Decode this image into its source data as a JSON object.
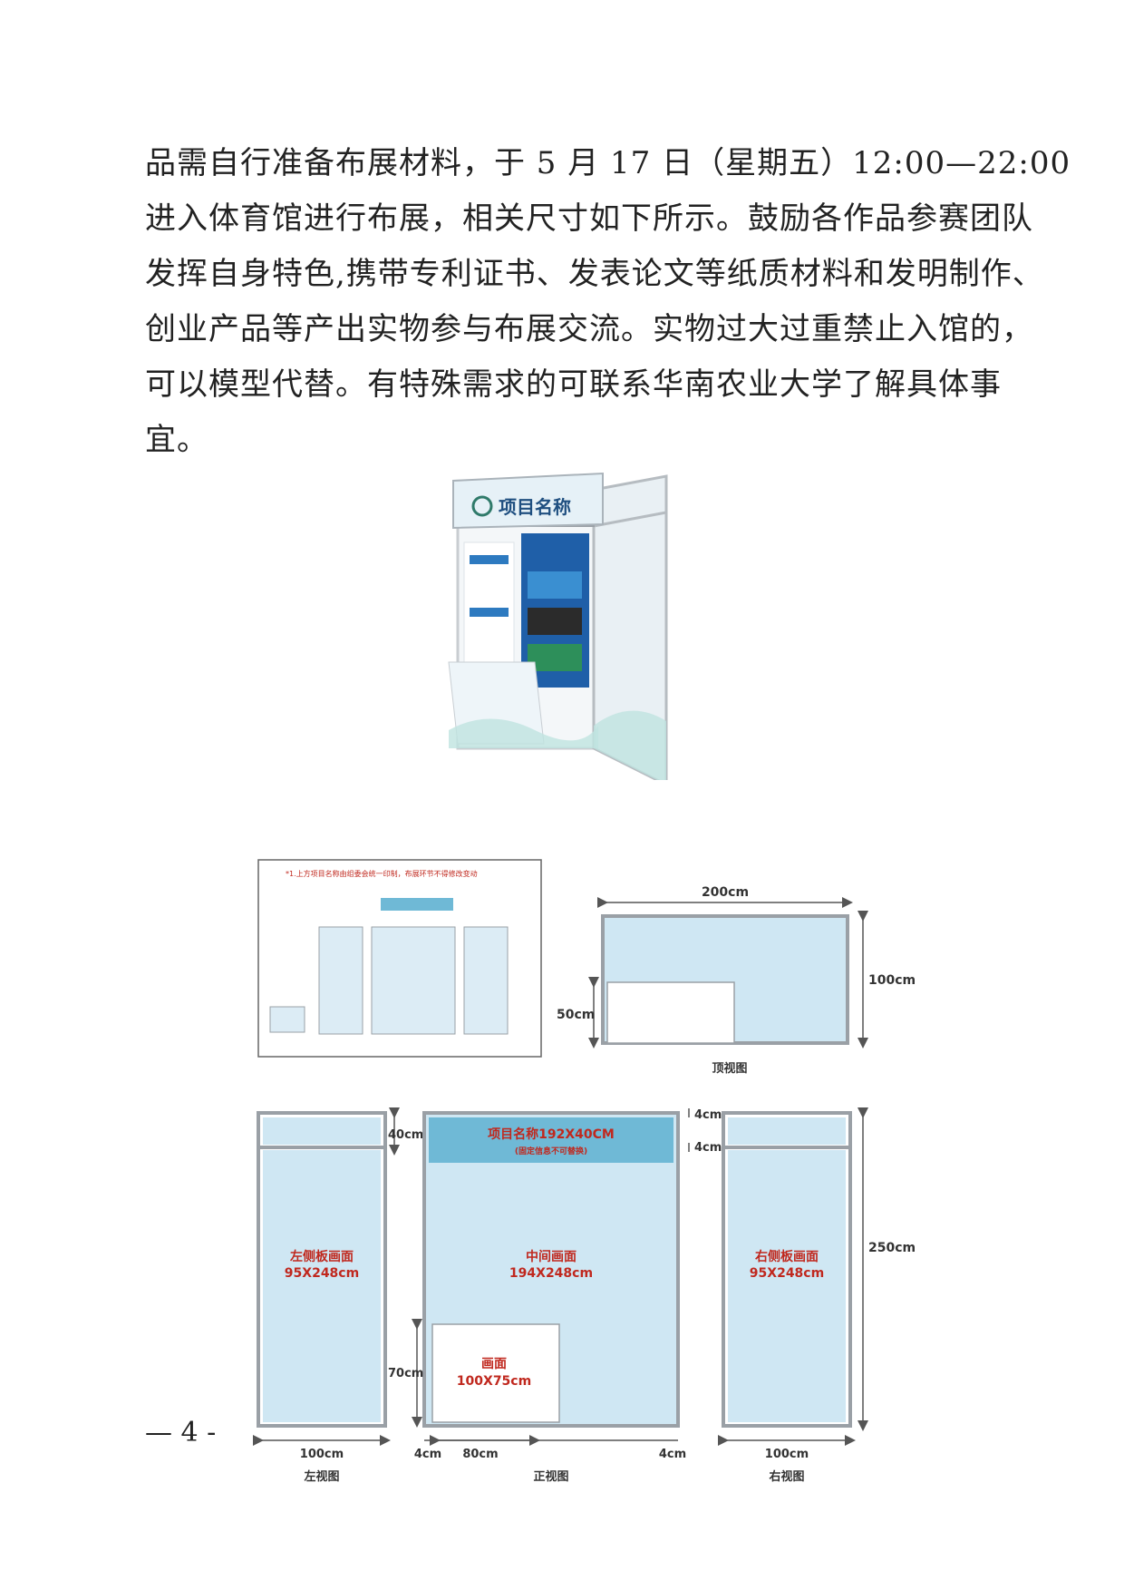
{
  "paragraph": {
    "lines": [
      "品需自行准备布展材料，于 5 月 17 日（星期五）12:00—22:00",
      "进入体育馆进行布展，相关尺寸如下所示。鼓励各作品参赛团队",
      "发挥自身特色,携带专利证书、发表论文等纸质材料和发明制作、",
      "创业产品等产出实物参与布展交流。实物过大过重禁止入馆的，",
      "可以模型代替。有特殊需求的可联系华南农业大学了解具体事",
      "宜。"
    ]
  },
  "booth_render": {
    "header_title": "项目名称"
  },
  "layout_preview": {
    "note": "*1.上方项目名称由组委会统一印制，布展环节不得修改变动"
  },
  "top_view": {
    "width_label": "200cm",
    "depth_label": "100cm",
    "inner_label": "50cm",
    "caption": "顶视图"
  },
  "left_view": {
    "top_label": "40cm",
    "panel_title": "左侧板画面",
    "panel_size": "95X248cm",
    "width_label": "100cm",
    "caption": "左视图"
  },
  "front_view": {
    "header_title": "项目名称192X40CM",
    "header_note": "(固定信息不可替换)",
    "top_gap_label": "4cm",
    "header_gap_label": "4cm",
    "panel_title": "中间画面",
    "panel_size": "194X248cm",
    "counter_title": "画面",
    "counter_size": "100X75cm",
    "counter_height_label": "70cm",
    "left_gap_label": "4cm",
    "counter_width_label": "80cm",
    "right_gap_label": "4cm",
    "caption": "正视图"
  },
  "right_view": {
    "panel_title": "右侧板画面",
    "panel_size": "95X248cm",
    "height_label": "250cm",
    "width_label": "100cm",
    "caption": "右视图"
  },
  "page_number": "— 4 -",
  "colors": {
    "panel": "#cfe7f3",
    "header": "#6fb9d6",
    "frame": "#9aa0a6",
    "label_red": "#c0281e"
  }
}
